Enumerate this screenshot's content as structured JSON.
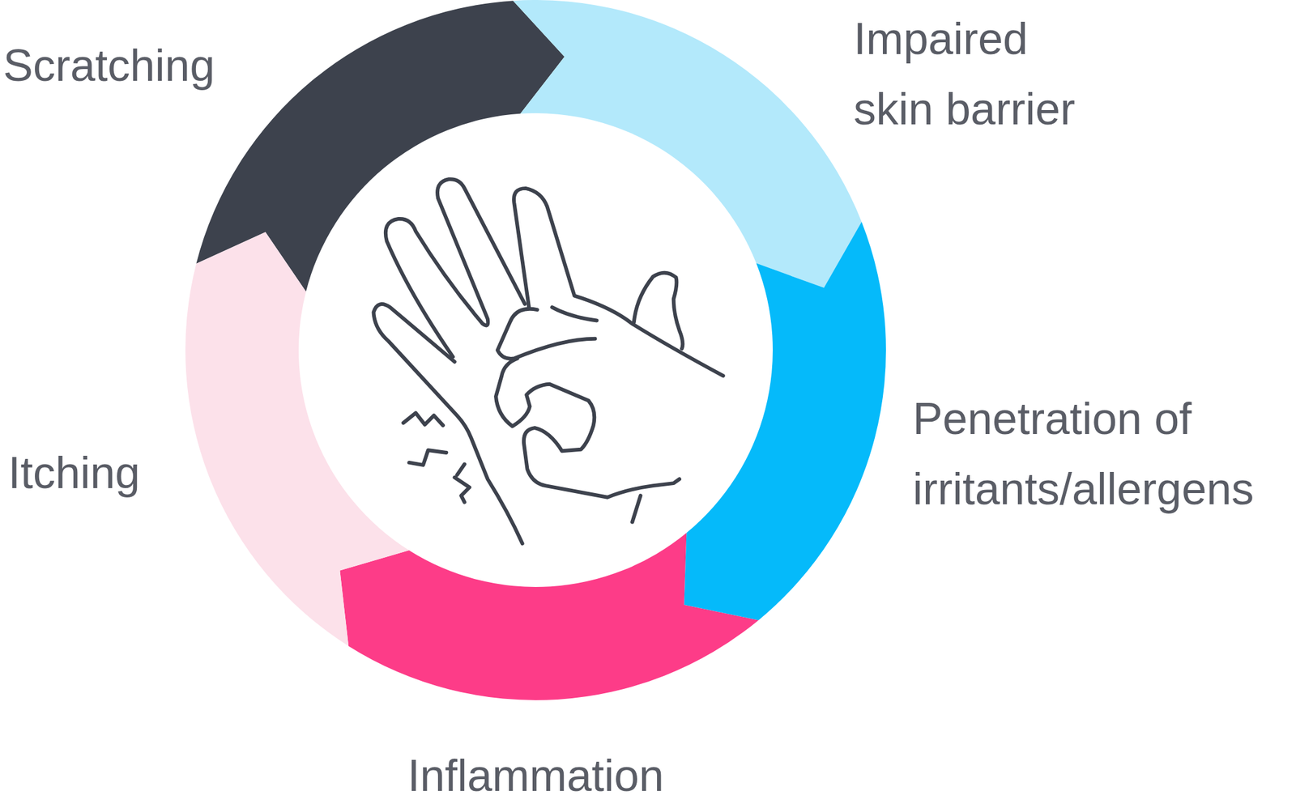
{
  "diagram": {
    "labels": [
      "Scratching",
      "Impaired skin barrier",
      "Penetration of irritants/allergens",
      "Itching",
      "Inflammation"
    ]
  }
}
